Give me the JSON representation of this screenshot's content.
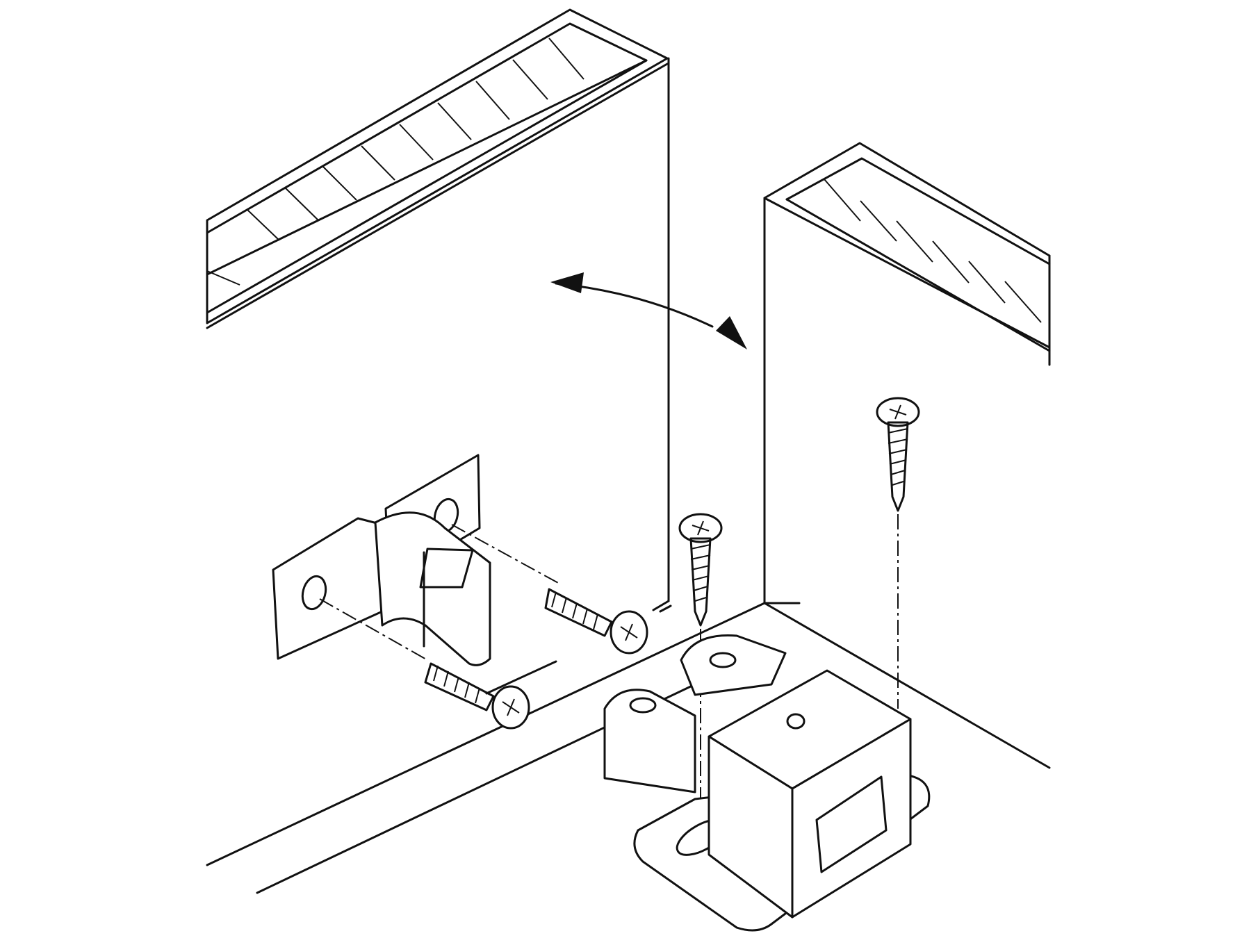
{
  "figure": {
    "colors": {
      "line": "#111111",
      "background": "#ffffff"
    },
    "parts": [
      "left-cabinet-panel",
      "right-cabinet-panel",
      "swing-direction-arrow",
      "strike-plate-bracket",
      "bracket-screw-upper",
      "bracket-screw-lower",
      "double-roller-catch",
      "catch-screw-front",
      "catch-screw-rear"
    ]
  }
}
